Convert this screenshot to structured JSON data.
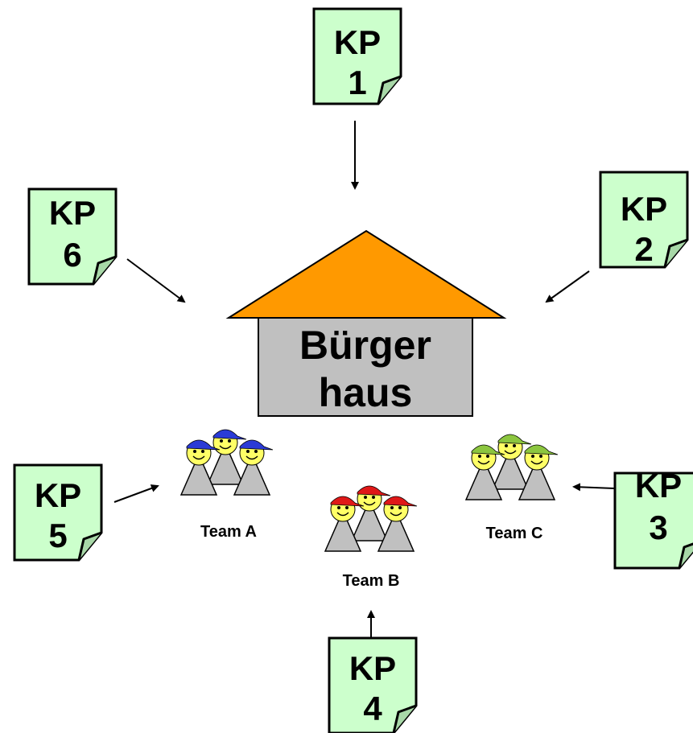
{
  "checkpoints": [
    {
      "id": "kp1",
      "line1": "KP",
      "line2": "1"
    },
    {
      "id": "kp2",
      "line1": "KP",
      "line2": "2"
    },
    {
      "id": "kp3",
      "line1": "KP",
      "line2": "3"
    },
    {
      "id": "kp4",
      "line1": "KP",
      "line2": "4"
    },
    {
      "id": "kp5",
      "line1": "KP",
      "line2": "5"
    },
    {
      "id": "kp6",
      "line1": "KP",
      "line2": "6"
    }
  ],
  "house": {
    "line1": "Bürger",
    "line2": "haus"
  },
  "teams": [
    {
      "id": "team-a",
      "label": "Team A",
      "cap_color": "#2b3bd6"
    },
    {
      "id": "team-b",
      "label": "Team B",
      "cap_color": "#e01818"
    },
    {
      "id": "team-c",
      "label": "Team C",
      "cap_color": "#8cc63f"
    }
  ],
  "colors": {
    "note_fill": "#ccffcc",
    "note_border": "#000000",
    "roof": "#ff9900",
    "house_body": "#c0c0c0",
    "person_body": "#c0c0c0",
    "face": "#ffff66"
  }
}
